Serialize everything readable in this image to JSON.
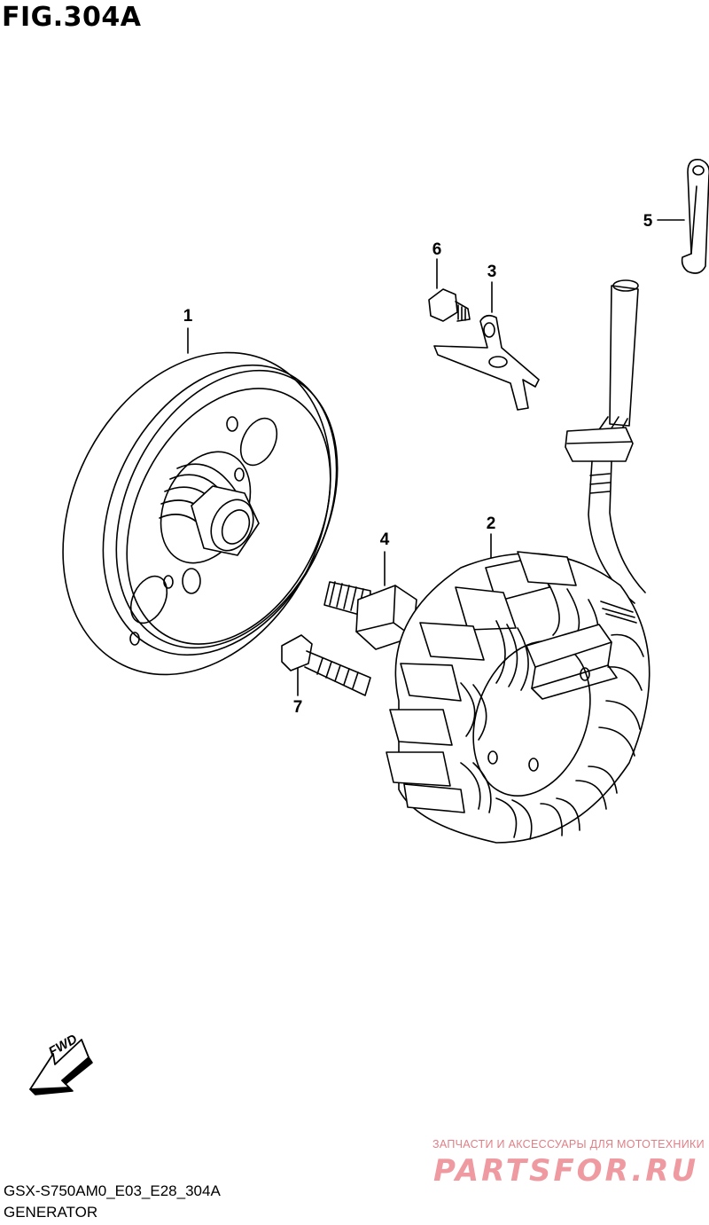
{
  "figure": {
    "title": "FIG.304A"
  },
  "callouts": [
    {
      "label": "1",
      "part": "rotor-flywheel"
    },
    {
      "label": "2",
      "part": "stator-coil"
    },
    {
      "label": "3",
      "part": "lead-wire-clamp"
    },
    {
      "label": "4",
      "part": "rotor-bolt"
    },
    {
      "label": "5",
      "part": "wire-clamp"
    },
    {
      "label": "6",
      "part": "clamp-screw"
    },
    {
      "label": "7",
      "part": "stator-screw"
    }
  ],
  "direction_marker": {
    "label": "FWD",
    "icon": "fwd-arrow-icon"
  },
  "footer": {
    "code": "GSX-S750AM0_E03_E28_304A",
    "name": "GENERATOR"
  },
  "watermark": {
    "tagline": "ЗАПЧАСТИ И АКСЕССУАРЫ ДЛЯ МОТОТЕХНИКИ",
    "brand": "PARTSFOR.RU",
    "color": "#ee9aa0"
  }
}
